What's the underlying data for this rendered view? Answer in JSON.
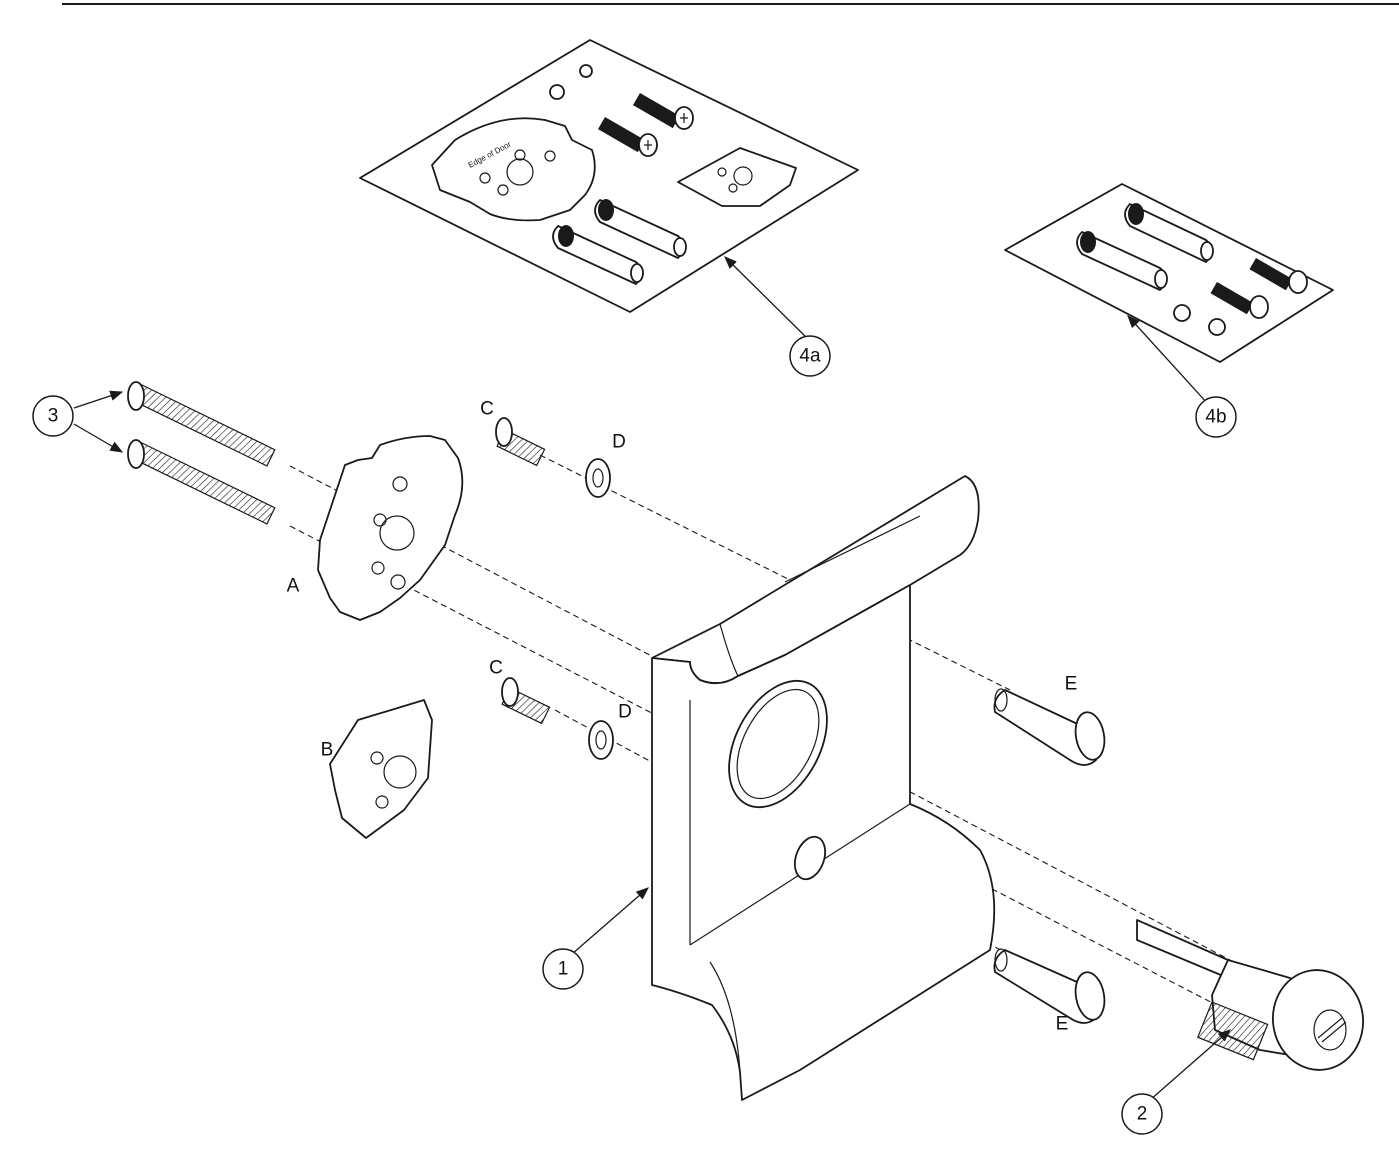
{
  "callouts": {
    "c1": "1",
    "c2": "2",
    "c3": "3",
    "c4a": "4a",
    "c4b": "4b"
  },
  "letters": {
    "a": "A",
    "b": "B",
    "c_upper": "C",
    "c_lower": "C",
    "d_upper": "D",
    "d_lower": "D",
    "e_upper": "E",
    "e_lower": "E"
  },
  "kit_4a": {
    "plate_text": "Edge of Door"
  },
  "colors": {
    "line": "#1a1a1a",
    "background": "#ffffff"
  }
}
